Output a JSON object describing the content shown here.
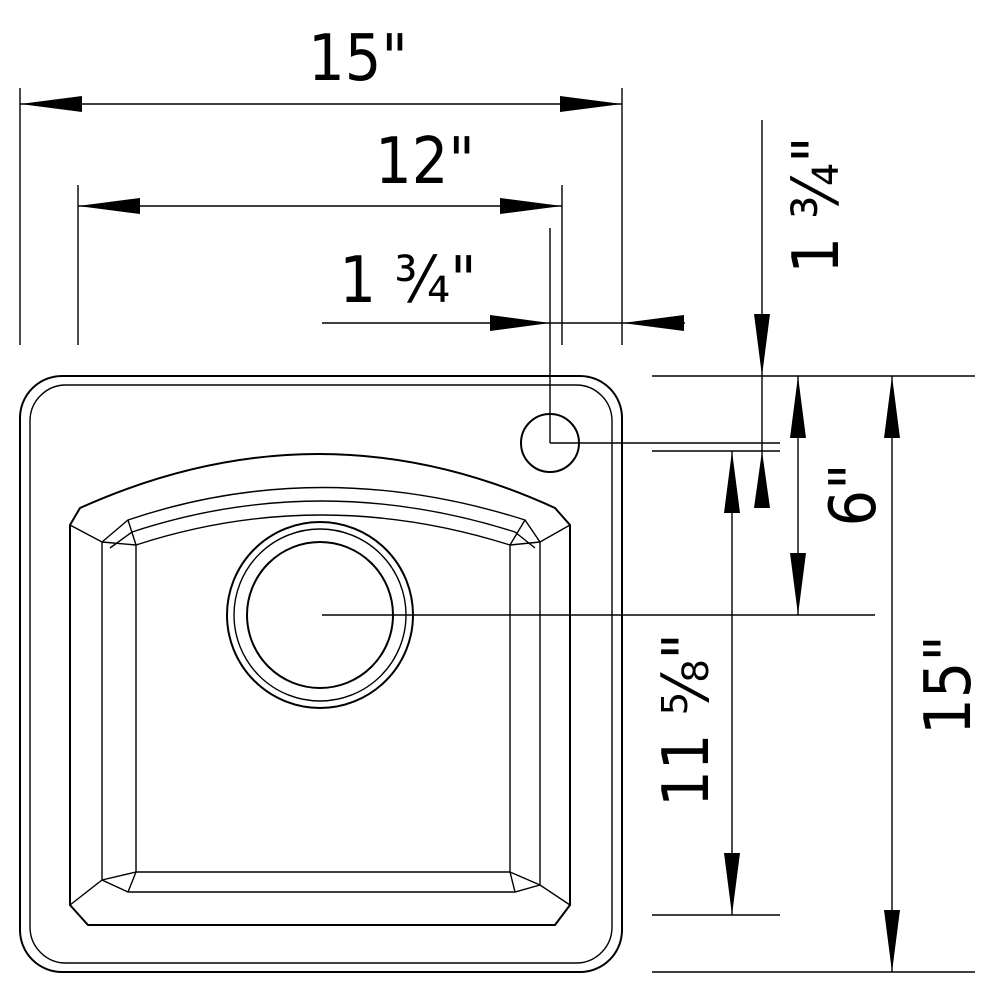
{
  "dimensions": {
    "overall_width": "15\"",
    "bowl_width": "12\"",
    "faucet_offset_horizontal": "1 ¾\"",
    "faucet_offset_vertical": "1 ¾\"",
    "drain_center": "6\"",
    "bowl_length": "11 ⅝\"",
    "overall_length": "15\""
  }
}
